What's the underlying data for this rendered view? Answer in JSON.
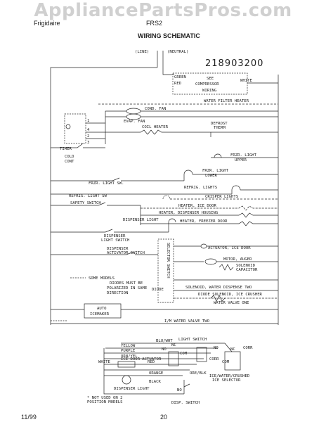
{
  "watermark": "AppliancePartsPros.com",
  "header": {
    "brand": "Frigidaire",
    "model_prefix": "FRS2",
    "doc_title": "WIRING SCHEMATIC"
  },
  "diagram": {
    "part_number": "218903200",
    "line_label": "(LINE)",
    "neutral_label": "(NEUTRAL)",
    "compressor": {
      "green": "GREEN",
      "red": "RED",
      "see": "SEE",
      "comp": "COMPRESSOR",
      "wiring": "WIRING",
      "white": "WHITE"
    },
    "labels": {
      "water_filter_heater": "WATER FILTER HEATER",
      "cond_fan": "COND. FAN",
      "evap_fan": "EVAP. FAN",
      "coil_heater": "COIL HEATER",
      "defrost_therm_1": "DEFROST",
      "defrost_therm_2": "THERM",
      "timer": "TIMER",
      "cold_cont_1": "COLD",
      "cold_cont_2": "CONT",
      "frzr_light_upper_1": "FRZR. LIGHT",
      "frzr_light_upper_2": "UPPER",
      "frzr_light_lower_1": "FRZR. LIGHT",
      "frzr_light_lower_2": "LOWER",
      "frzr_light_sw": "FRZR. LIGHT SW.",
      "refrig_lights": "REFRIG. LIGHTS",
      "refrig_light_sw": "REFRIG. LIGHT SW",
      "crisper_lights": "CRISPER LIGHTS",
      "safety_switch": "SAFETY SWITCH",
      "heater_ice_door": "HEATER, ICE DOOR",
      "heater_dispenser_housing": "HEATER, DISPENSER HOUSING",
      "heater_freezer_door": "HEATER, FREEZER DOOR",
      "dispenser_light": "DISPENSER LIGHT",
      "dispenser_light_switch_1": "DISPENSER",
      "dispenser_light_switch_2": "LIGHT SWITCH",
      "dispenser_activator_1": "DISPENSER",
      "dispenser_activator_2": "ACTIVATOR SWITCH",
      "selector_switch": "SELECTOR SWITCH",
      "actuator_ice_door": "ACTUATOR, ICE DOOR",
      "motor_auger": "MOTOR, AUGER",
      "solenoid_capacitor_1": "SOLENOID",
      "solenoid_capacitor_2": "CAPACITOR",
      "some_models": "SOME MODELS",
      "diodes_note_1": "DIODES MUST BE",
      "diodes_note_2": "POLARIZED IN SAME",
      "diodes_note_3": "DIRECTION",
      "solenoid_water_two": "SOLENOID, WATER DISPENSE TWO",
      "diode": "DIODE",
      "diode_ice_crusher": "DIODE SOLENOID, ICE CRUSHER",
      "water_valve_one": "WATER VALVE ONE",
      "auto_icemaker_1": "AUTO",
      "auto_icemaker_2": "ICEMAKER",
      "im_water_valve_two": "I/M WATER VALVE TWO"
    },
    "terminals": [
      "1",
      "2",
      "3",
      "4"
    ],
    "harness": {
      "wire_blu_wht": "BLU/WHT",
      "wire_yellow": "YELLOW",
      "wire_purple": "PURPLE",
      "wire_orn_yel": "ORN/YEL",
      "wire_white": "WHITE",
      "wire_red": "RED",
      "wire_orange": "ORANGE",
      "wire_black": "BLACK",
      "wire_ore_blk": "ORE/BLK",
      "ice_door_actuator": "ICE DOOR ACTUATOR",
      "light_switch": "LIGHT SWITCH",
      "no": "NO",
      "com": "COM",
      "nc": "NC",
      "corr": "CORR",
      "corr2": "CORR",
      "no2": "NO",
      "com2": "COM",
      "nc2": "NC",
      "ice_water_crushed_1": "ICE/WATER/CRUSHED",
      "ice_water_crushed_2": "ICE SELECTOR",
      "dispenser_light": "DISPENSER LIGHT",
      "no3": "NO",
      "note_1": "* NOT USED ON 2",
      "note_2": "POSITION MODELS",
      "disp_switch": "DISP. SWITCH"
    }
  },
  "footer": {
    "date": "11/99",
    "page": "20"
  }
}
